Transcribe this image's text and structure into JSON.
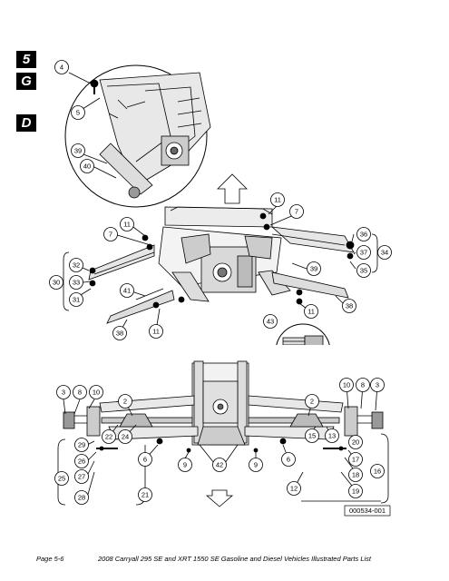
{
  "section_tabs": [
    "5",
    "G",
    "D"
  ],
  "figure_id": "000534-001",
  "footer": {
    "page": "Page 5-6",
    "title": "2008 Carryall 295 SE and XRT 1550 SE Gasoline and Diesel Vehicles Illustrated Parts List"
  },
  "top_callouts": {
    "c4": "4",
    "c5": "5",
    "c39": "39",
    "c40": "40",
    "c11a": "11",
    "c7a": "7",
    "c11b": "11",
    "c7b": "7",
    "c36": "36",
    "c37": "37",
    "c34": "34",
    "c35": "35",
    "c32": "32",
    "c30": "30",
    "c33": "33",
    "c31": "31",
    "c41": "41",
    "c39b": "39",
    "c38a": "38",
    "c11c": "11",
    "c38b": "38",
    "c11d": "11",
    "c43": "43"
  },
  "bottom_callouts": {
    "c3a": "3",
    "c8a": "8",
    "c10a": "10",
    "c2a": "2",
    "c22": "22",
    "c24": "24",
    "c29": "29",
    "c26": "26",
    "c27": "27",
    "c25": "25",
    "c28": "28",
    "c21": "21",
    "c6a": "6",
    "c9a": "9",
    "c42": "42",
    "c9b": "9",
    "c6b": "6",
    "c2b": "2",
    "c15": "15",
    "c13": "13",
    "c20": "20",
    "c17": "17",
    "c18": "18",
    "c19": "19",
    "c16": "16",
    "c12": "12",
    "c10b": "10",
    "c8b": "8",
    "c3b": "3"
  }
}
